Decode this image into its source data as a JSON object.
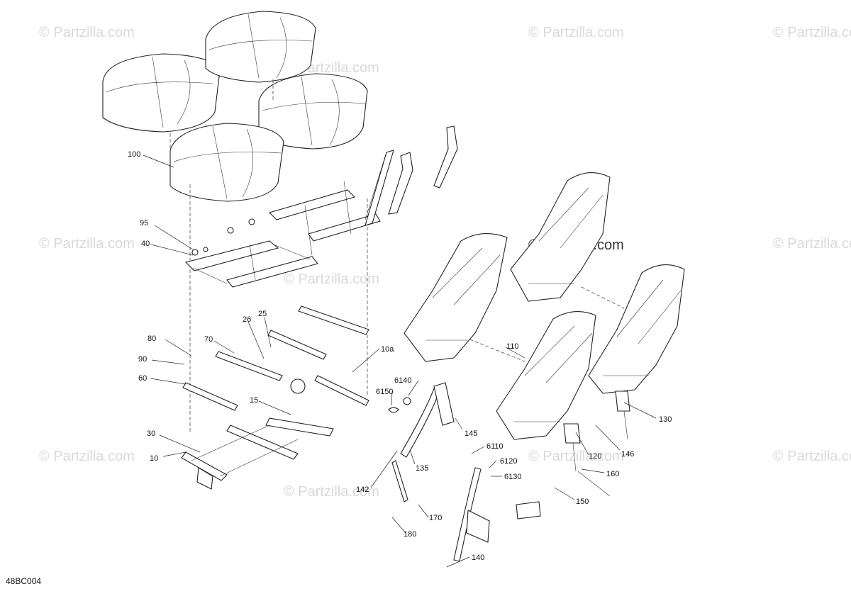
{
  "diagram_code": "48BC004",
  "watermark": "© Partzilla.com",
  "callouts": [
    {
      "label": "100"
    },
    {
      "label": "95"
    },
    {
      "label": "40"
    },
    {
      "label": "26"
    },
    {
      "label": "25"
    },
    {
      "label": "70"
    },
    {
      "label": "80"
    },
    {
      "label": "90"
    },
    {
      "label": "60"
    },
    {
      "label": "10a"
    },
    {
      "label": "15"
    },
    {
      "label": "30"
    },
    {
      "label": "10"
    },
    {
      "label": "110"
    },
    {
      "label": "6140"
    },
    {
      "label": "6150"
    },
    {
      "label": "145"
    },
    {
      "label": "130"
    },
    {
      "label": "146"
    },
    {
      "label": "120"
    },
    {
      "label": "6110"
    },
    {
      "label": "135"
    },
    {
      "label": "6120"
    },
    {
      "label": "6130"
    },
    {
      "label": "160"
    },
    {
      "label": "142"
    },
    {
      "label": "150"
    },
    {
      "label": "170"
    },
    {
      "label": "180"
    },
    {
      "label": "140"
    }
  ]
}
